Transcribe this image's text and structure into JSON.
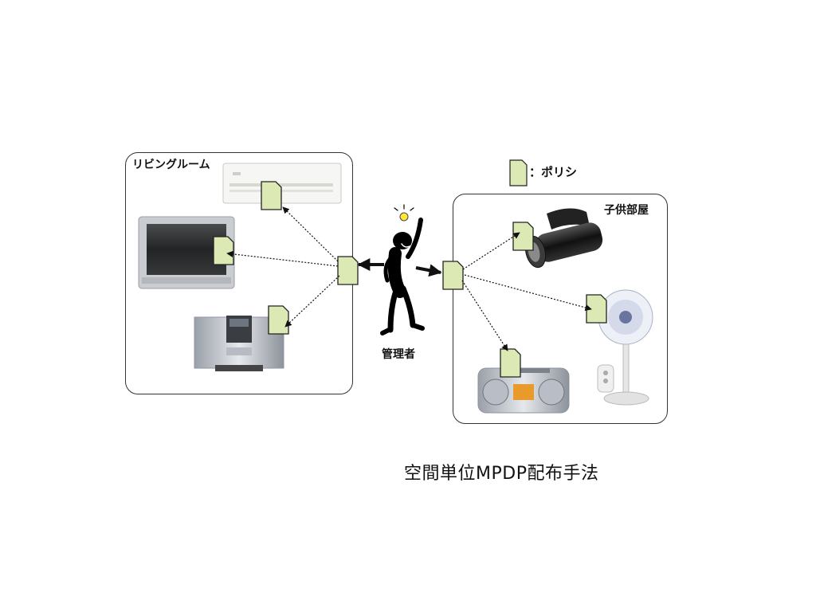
{
  "legend": {
    "label": "：ポリシ"
  },
  "rooms": {
    "living": {
      "label": "リビングルーム"
    },
    "kids": {
      "label": "子供部屋"
    }
  },
  "manager": {
    "label": "管理者"
  },
  "caption": "空間単位MPDP配布手法",
  "colors": {
    "policy_fill": "#dce9b4",
    "policy_stroke": "#222222"
  }
}
